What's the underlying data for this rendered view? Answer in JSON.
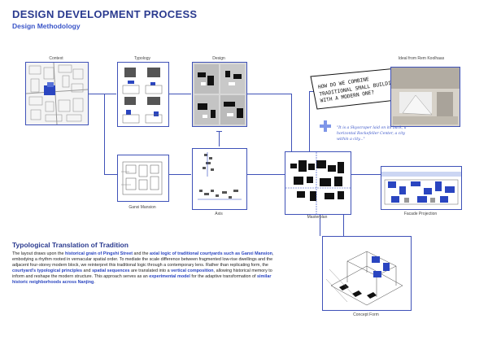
{
  "header": {
    "title": "DESIGN DEVELOPMENT PROCESS",
    "subtitle": "Design Methodology"
  },
  "stages": {
    "context": "Context",
    "typology": "Typology",
    "design": "Design",
    "ideal": "Ideal from Rem Koolhaas",
    "ganxi": "Ganxi Mansion",
    "axis": "Axis",
    "masterplan": "Masterplan",
    "facade": "Facade Projection",
    "concept": "Concept Form"
  },
  "note": {
    "line1": "HOW DO WE COMBINE",
    "line2": "TRADITIONAL SMALL BUILDINGS",
    "line3": "WITH A MODERN ONE?",
    "quote": "\"It is a Skyscraper laid on its back, a horizontal Rockefeller Center, a city within a city...\""
  },
  "section": {
    "title": "Typological Translation of Tradition",
    "p1": "The layout draws upon the ",
    "h1": "historical grain of Pingshi Street",
    "p2": " and the ",
    "h2": "axial logic of traditional courtyards such as Ganxi Mansion",
    "p3": ", embodying a rhythm rooted in vernacular spatial order. To mediate the scale difference between fragmented low-rise dwellings and the adjacent four-storey modern block, we reinterpret this traditional logic through a contemporary lens. Rather than replicating form, the ",
    "h3": "courtyard's typological principles",
    "p4": " and ",
    "h4": "spatial sequences",
    "p5": " are translated into a ",
    "h5": "vertical composition",
    "p6": ", allowing historical memory to inform and reshape the modern structure. This approach serves as an ",
    "h6": "experimental model",
    "p7": " for the adaptive transformation of ",
    "h7": "similar historic neighborhoods across Nanjing",
    "p8": "."
  },
  "colors": {
    "accent": "#3f52b8",
    "title": "#2a3a8f",
    "highlight": "#2a45c0"
  }
}
